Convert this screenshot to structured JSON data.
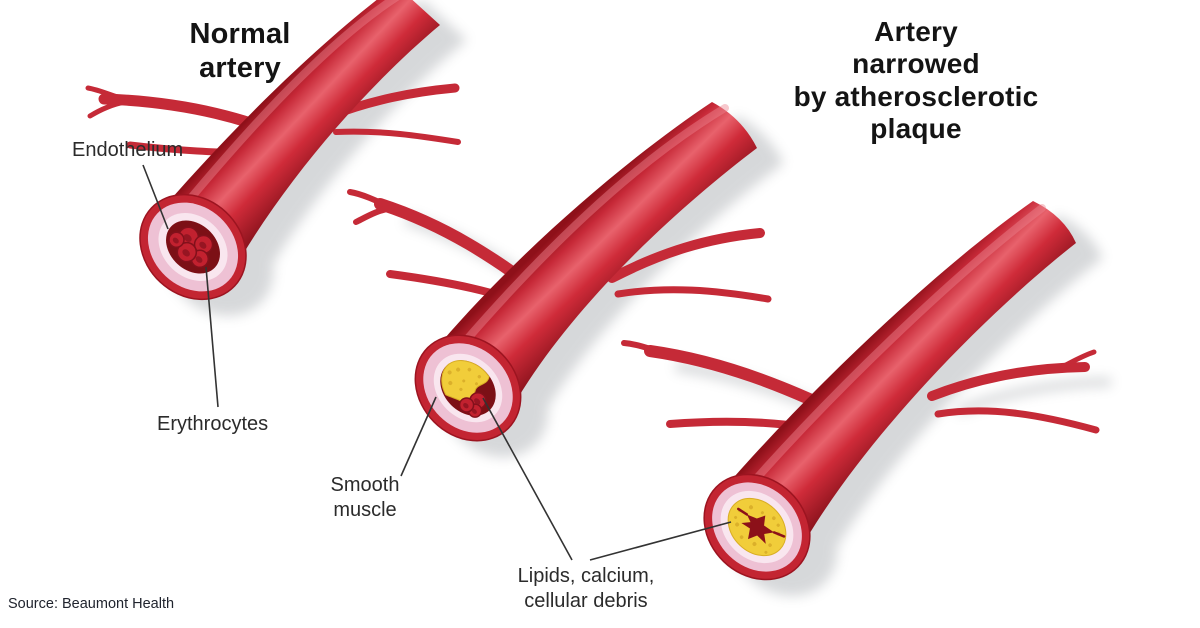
{
  "titles": {
    "normal_artery": "Normal\nartery",
    "narrowed_artery": "Artery\nnarrowed\nby atherosclerotic\nplaque"
  },
  "labels": {
    "endothelium": "Endothelium",
    "erythrocytes": "Erythrocytes",
    "smooth_muscle": "Smooth\nmuscle",
    "lipids_calcium_debris": "Lipids, calcium,\ncellular debris"
  },
  "source_credit": "Source: Beaumont Health",
  "colors": {
    "artery_red": "#c32532",
    "artery_deep_red": "#7c1016",
    "vessel_wall_pink": "#eec1d4",
    "intima_light_pink": "#f9e6ef",
    "plaque_yellow": "#f1cd3a",
    "shadow_gray": "#6f767d",
    "text_dark": "#1c1c1c",
    "background": "#ffffff"
  }
}
